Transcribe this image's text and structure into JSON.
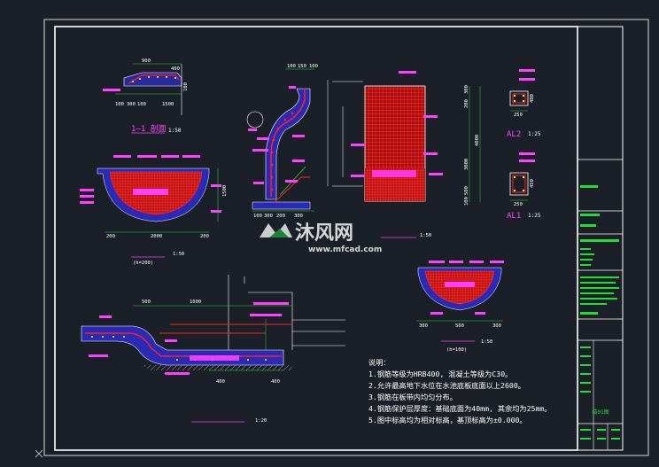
{
  "drawing": {
    "section_1_1": {
      "title": "1—1 剖面",
      "scale": "1:50",
      "dims_top": [
        "900",
        "400"
      ],
      "dims_bottom": [
        "100",
        "300",
        "100",
        "1500"
      ],
      "dim_right": "100"
    },
    "column_detail": {
      "dims_top": [
        "100",
        "150",
        "100"
      ],
      "dims_bottom": [
        "100",
        "300",
        "200",
        "300"
      ]
    },
    "pit_left": {
      "dims_bottom": [
        "200",
        "2000",
        "200"
      ],
      "dim_right": "1500",
      "note": "(h=200)",
      "scale": "1:50"
    },
    "wall_elevation": {
      "dims_right": [
        "300",
        "200",
        "4000",
        "3000",
        "500",
        "100"
      ],
      "scale": "1:50"
    },
    "beam_al2": {
      "title": "AL2",
      "scale": "1:25",
      "dim_bottom": "250",
      "dim_right": "400"
    },
    "beam_al1": {
      "title": "AL1",
      "scale": "1:25",
      "dim_bottom": "250",
      "dim_right": "450"
    },
    "pit_right": {
      "dims_bottom": [
        "300",
        "500",
        "300"
      ],
      "note": "(h=100)",
      "scale": "1:50"
    },
    "slope_section": {
      "dims_top": [
        "500",
        "1000"
      ],
      "dims_bottom": [
        "400",
        "400"
      ],
      "scale": "1:20"
    },
    "notes": {
      "heading": "说明：",
      "items": [
        "1.钢筋等级为HRB400, 混凝土等级为C30。",
        "2.允许最高地下水位在水池底板底面以上2600。",
        "3.钢筋在板带内均匀分布。",
        "4.钢筋保护层厚度：基础底面为40mm, 其余均为25mm。",
        "5.图中标高均为相对标高，基顶标高为±0.000。"
      ]
    }
  },
  "title_block": {
    "stamp": "结01图"
  },
  "watermark": {
    "brand": "沐风网",
    "url": "www.mfcad.com"
  },
  "colors": {
    "background": "#1b1f27",
    "frame": "#ffffff",
    "rebar": "#ff2020",
    "concrete": "#3a3ad8",
    "dimension": "#00ff40",
    "label": "#ff40ff",
    "accent": "#ffff00"
  }
}
